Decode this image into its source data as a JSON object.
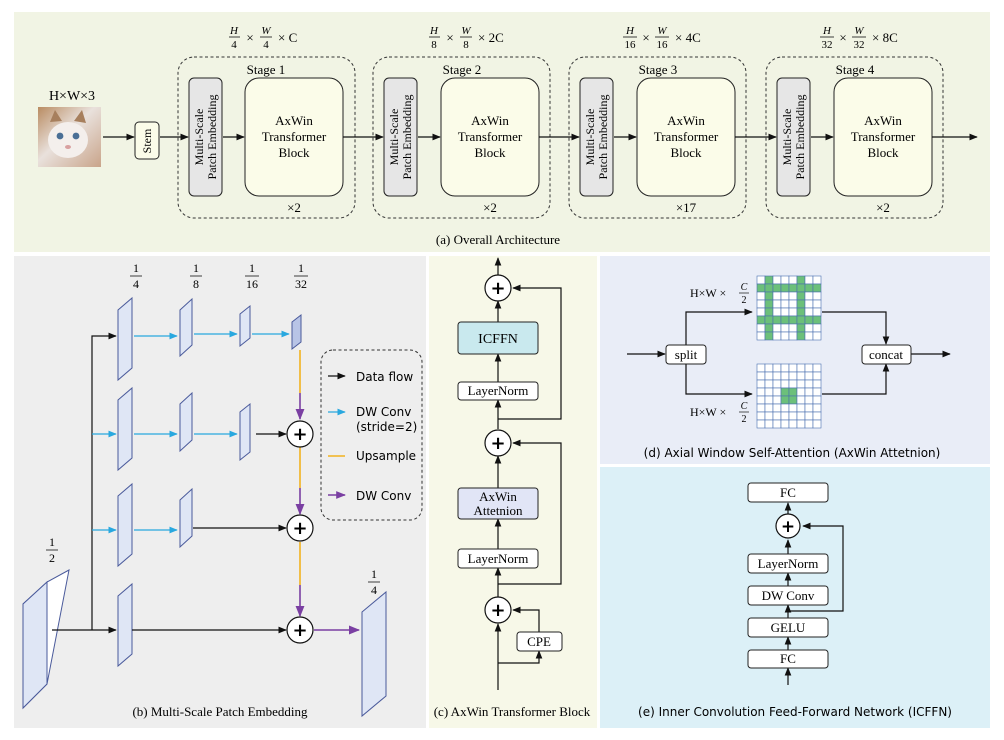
{
  "colors": {
    "panel_a_bg": "#f1f4e4",
    "panel_b_bg": "#eeeeee",
    "panel_c_bg": "#f7f8e8",
    "panel_d_bg": "#e9edf7",
    "panel_e_bg": "#dcf0f7",
    "block_fill": "#fbfce9",
    "icffn_fill": "#c9e9ee",
    "attn_fill": "#e1e5f6",
    "green": "#6cc07a",
    "blue_arrow": "#29a8df",
    "orange": "#f2b21e",
    "purple": "#7a3fa2"
  },
  "panel_a": {
    "caption": "(a) Overall Architecture",
    "input_label": "H×W×3",
    "stem_label": "Stem",
    "embed_line1": "Multi-Scale",
    "embed_line2": "Patch Embedding",
    "block_line1": "AxWin",
    "block_line2": "Transformer",
    "block_line3": "Block",
    "x_symbol": "×",
    "stages": [
      {
        "title": "Stage 1",
        "repeat": "×2",
        "h_num": "H",
        "h_den": "4",
        "w_num": "W",
        "w_den": "4",
        "channels": "× C"
      },
      {
        "title": "Stage 2",
        "repeat": "×2",
        "h_num": "H",
        "h_den": "8",
        "w_num": "W",
        "w_den": "8",
        "channels": "× 2C"
      },
      {
        "title": "Stage 3",
        "repeat": "×17",
        "h_num": "H",
        "h_den": "16",
        "w_num": "W",
        "w_den": "16",
        "channels": "× 4C"
      },
      {
        "title": "Stage 4",
        "repeat": "×2",
        "h_num": "H",
        "h_den": "32",
        "w_num": "W",
        "w_den": "32",
        "channels": "× 8C"
      }
    ]
  },
  "panel_b": {
    "caption": "(b) Multi-Scale Patch Embedding",
    "scale_nums": [
      "1",
      "1",
      "1",
      "1"
    ],
    "scale_dens": [
      "4",
      "8",
      "16",
      "32"
    ],
    "half_num": "1",
    "half_den": "2",
    "out_num": "1",
    "out_den": "4",
    "legend": {
      "data_flow": "Data flow",
      "dw_conv_stride_l1": "DW Conv",
      "dw_conv_stride_l2": "(stride=2)",
      "upsample": "Upsample",
      "dw_conv": "DW Conv"
    },
    "plus": "+"
  },
  "panel_c": {
    "caption": "(c) AxWin Transformer Block",
    "icffn": "ICFFN",
    "layernorm": "LayerNorm",
    "attn_line1": "AxWin",
    "attn_line2": "Attetnion",
    "cpe": "CPE"
  },
  "panel_d": {
    "caption": "(d) Axial Window Self-Attention (AxWin Attetnion)",
    "split": "split",
    "concat": "concat",
    "dim_prefix": "H×W ×",
    "dim_num": "C",
    "dim_den": "2",
    "grid_top_cells": [
      [
        0,
        1,
        0,
        0,
        0,
        1,
        0,
        0
      ],
      [
        1,
        1,
        1,
        1,
        1,
        1,
        1,
        1
      ],
      [
        0,
        1,
        0,
        0,
        0,
        1,
        0,
        0
      ],
      [
        0,
        1,
        0,
        0,
        0,
        1,
        0,
        0
      ],
      [
        0,
        1,
        0,
        0,
        0,
        1,
        0,
        0
      ],
      [
        1,
        1,
        1,
        1,
        1,
        1,
        1,
        1
      ],
      [
        0,
        1,
        0,
        0,
        0,
        1,
        0,
        0
      ],
      [
        0,
        1,
        0,
        0,
        0,
        1,
        0,
        0
      ]
    ],
    "grid_bottom_cells": [
      [
        0,
        0,
        0,
        0,
        0,
        0,
        0,
        0
      ],
      [
        0,
        0,
        0,
        0,
        0,
        0,
        0,
        0
      ],
      [
        0,
        0,
        0,
        0,
        0,
        0,
        0,
        0
      ],
      [
        0,
        0,
        0,
        1,
        1,
        0,
        0,
        0
      ],
      [
        0,
        0,
        0,
        1,
        1,
        0,
        0,
        0
      ],
      [
        0,
        0,
        0,
        0,
        0,
        0,
        0,
        0
      ],
      [
        0,
        0,
        0,
        0,
        0,
        0,
        0,
        0
      ],
      [
        0,
        0,
        0,
        0,
        0,
        0,
        0,
        0
      ]
    ]
  },
  "panel_e": {
    "caption": "(e) Inner Convolution Feed-Forward Network (ICFFN)",
    "fc": "FC",
    "layernorm": "LayerNorm",
    "dwconv": "DW Conv",
    "gelu": "GELU"
  }
}
